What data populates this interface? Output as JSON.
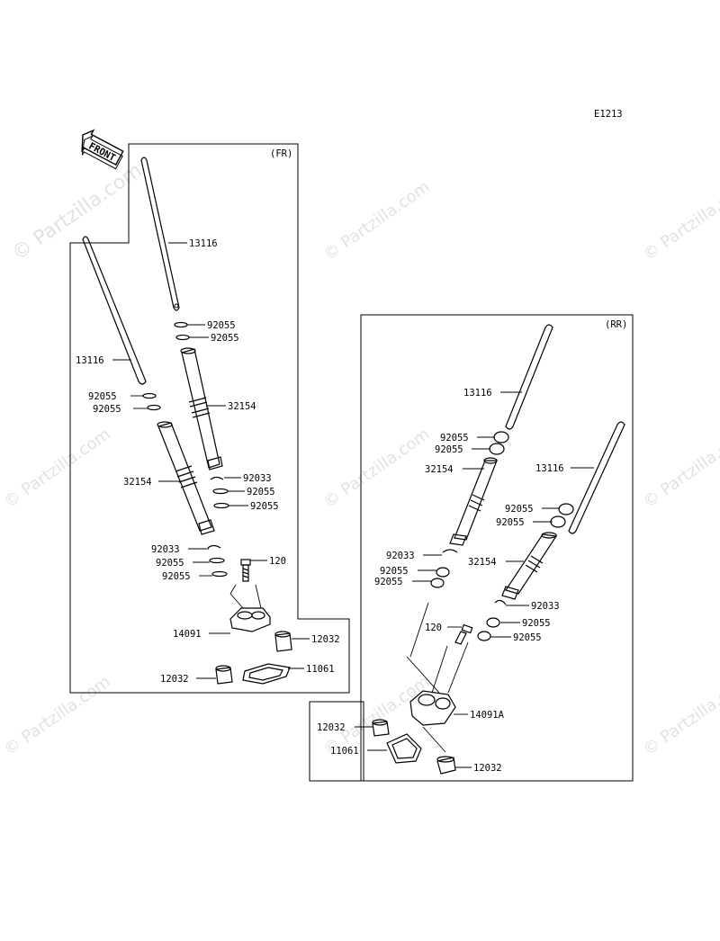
{
  "diagram_code": "E1213",
  "front_badge": "FRONT",
  "watermark": "© Partzilla.com",
  "panels": {
    "fr": {
      "title": "(FR)"
    },
    "rr": {
      "title": "(RR)"
    }
  },
  "callouts": {
    "fr": [
      "13116",
      "13116",
      "92055",
      "92055",
      "92055",
      "92055",
      "32154",
      "32154",
      "92033",
      "92055",
      "92055",
      "92033",
      "92055",
      "92055",
      "120",
      "14091",
      "12032",
      "12032",
      "11061"
    ],
    "rr": [
      "13116",
      "92055",
      "92055",
      "32154",
      "13116",
      "92055",
      "92055",
      "92033",
      "92055",
      "92055",
      "32154",
      "92033",
      "120",
      "92055",
      "92055",
      "14091A",
      "12032",
      "11061",
      "12032"
    ]
  }
}
